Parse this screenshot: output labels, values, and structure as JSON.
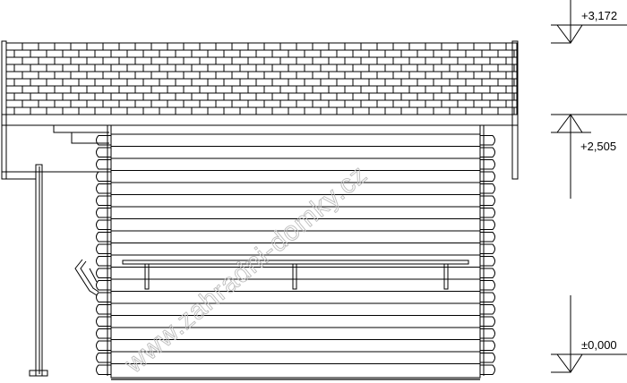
{
  "levels": {
    "top": "+3,172",
    "eave": "+2,505",
    "ground": "±0,000"
  },
  "watermark": "www.zahradni-domky.cz",
  "colors": {
    "line": "#000000",
    "watermark": "#bdbdbd"
  }
}
